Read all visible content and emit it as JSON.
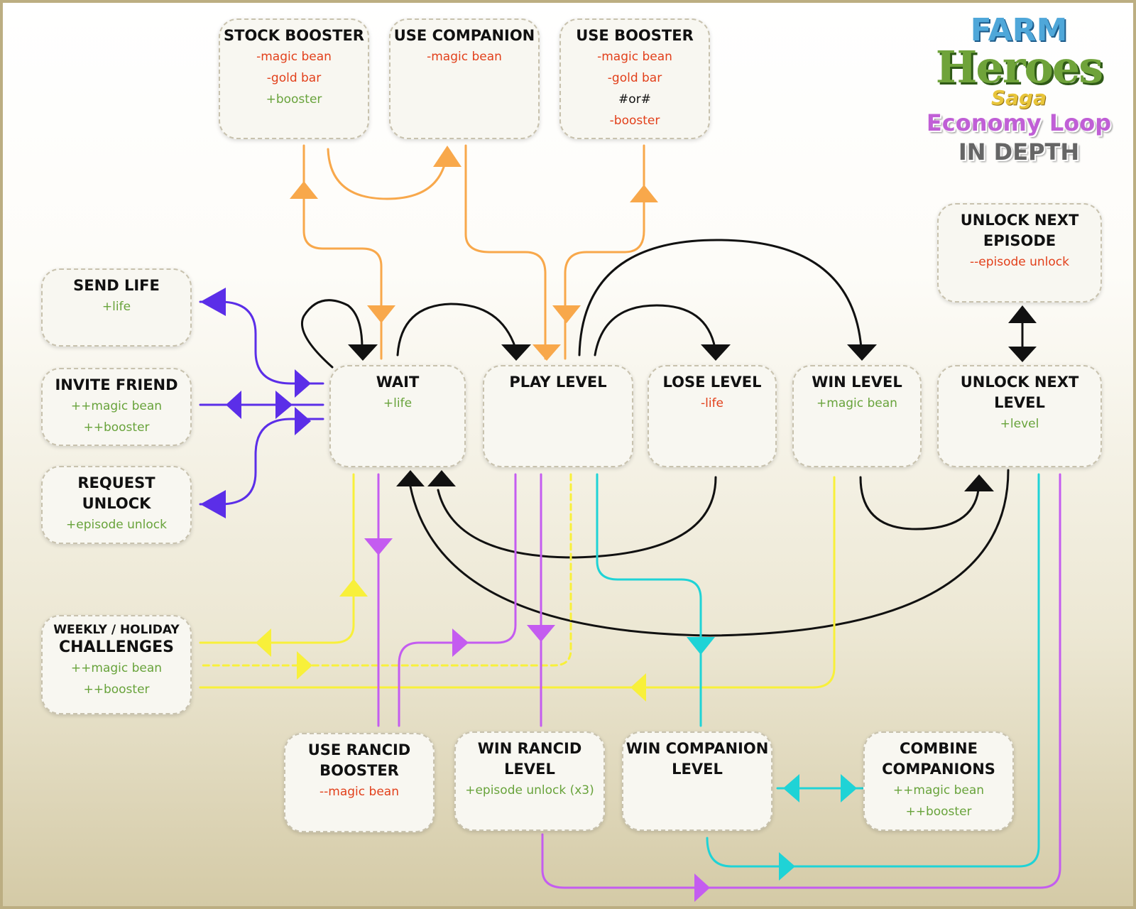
{
  "logo": {
    "line1": "FARM",
    "line2": "Heroes",
    "line3": "Saga",
    "line4": "Economy Loop",
    "line5": "IN DEPTH"
  },
  "colors": {
    "orange": "#f8a84b",
    "black": "#111111",
    "purple": "#5b2ee8",
    "yellow": "#f8f03a",
    "violet": "#c45cf0",
    "cyan": "#1fd3d6",
    "red": "#e2401b",
    "green": "#68a33b"
  },
  "nodes": {
    "stock_booster": {
      "title": "STOCK BOOSTER",
      "lines": [
        "-magic bean",
        "-gold bar",
        "+booster"
      ]
    },
    "use_companion": {
      "title": "USE COMPANION",
      "lines": [
        "-magic bean"
      ]
    },
    "use_booster": {
      "title": "USE BOOSTER",
      "lines": [
        "-magic bean",
        "-gold bar",
        "#or#",
        "-booster"
      ]
    },
    "send_life": {
      "title": "SEND LIFE",
      "lines": [
        "+life"
      ]
    },
    "invite_friend": {
      "title": "INVITE FRIEND",
      "lines": [
        "++magic bean",
        "++booster"
      ]
    },
    "request_unlock": {
      "title": "REQUEST UNLOCK",
      "lines": [
        "+episode unlock"
      ]
    },
    "wait": {
      "title": "WAIT",
      "lines": [
        "+life"
      ]
    },
    "play_level": {
      "title": "PLAY LEVEL",
      "lines": []
    },
    "lose_level": {
      "title": "LOSE LEVEL",
      "lines": [
        "-life"
      ]
    },
    "win_level": {
      "title": "WIN LEVEL",
      "lines": [
        "+magic bean"
      ]
    },
    "unlock_next_level": {
      "title": "UNLOCK NEXT\nLEVEL",
      "lines": [
        "+level"
      ]
    },
    "unlock_next_episode": {
      "title": "UNLOCK NEXT\nEPISODE",
      "lines": [
        "--episode unlock"
      ]
    },
    "challenges": {
      "title_small": "WEEKLY / HOLIDAY",
      "title": "CHALLENGES",
      "lines": [
        "++magic bean",
        "++booster"
      ]
    },
    "use_rancid_booster": {
      "title": "USE RANCID\nBOOSTER",
      "lines": [
        "--magic bean"
      ]
    },
    "win_rancid_level": {
      "title": "WIN RANCID\nLEVEL",
      "lines": [
        "+episode unlock (x3)"
      ]
    },
    "win_companion_level": {
      "title": "WIN COMPANION\nLEVEL",
      "lines": []
    },
    "combine_companions": {
      "title": "COMBINE\nCOMPANIONS",
      "lines": [
        "++magic bean",
        "++booster"
      ]
    }
  }
}
